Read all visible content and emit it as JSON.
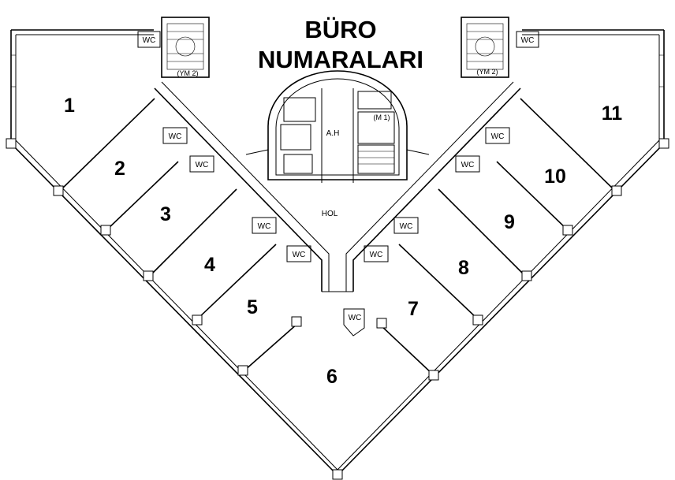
{
  "title": {
    "line1": "BÜRO",
    "line2": "NUMARALARI"
  },
  "offices": [
    {
      "label": "1"
    },
    {
      "label": "2"
    },
    {
      "label": "3"
    },
    {
      "label": "4"
    },
    {
      "label": "5"
    },
    {
      "label": "6"
    },
    {
      "label": "7"
    },
    {
      "label": "8"
    },
    {
      "label": "9"
    },
    {
      "label": "10"
    },
    {
      "label": "11"
    }
  ],
  "rooms": {
    "wc": "WC",
    "stair_left": "(YM 2)",
    "stair_right": "(YM 2)",
    "elevator": "(M 1)",
    "shaft": "A.H",
    "hall": "HOL"
  }
}
